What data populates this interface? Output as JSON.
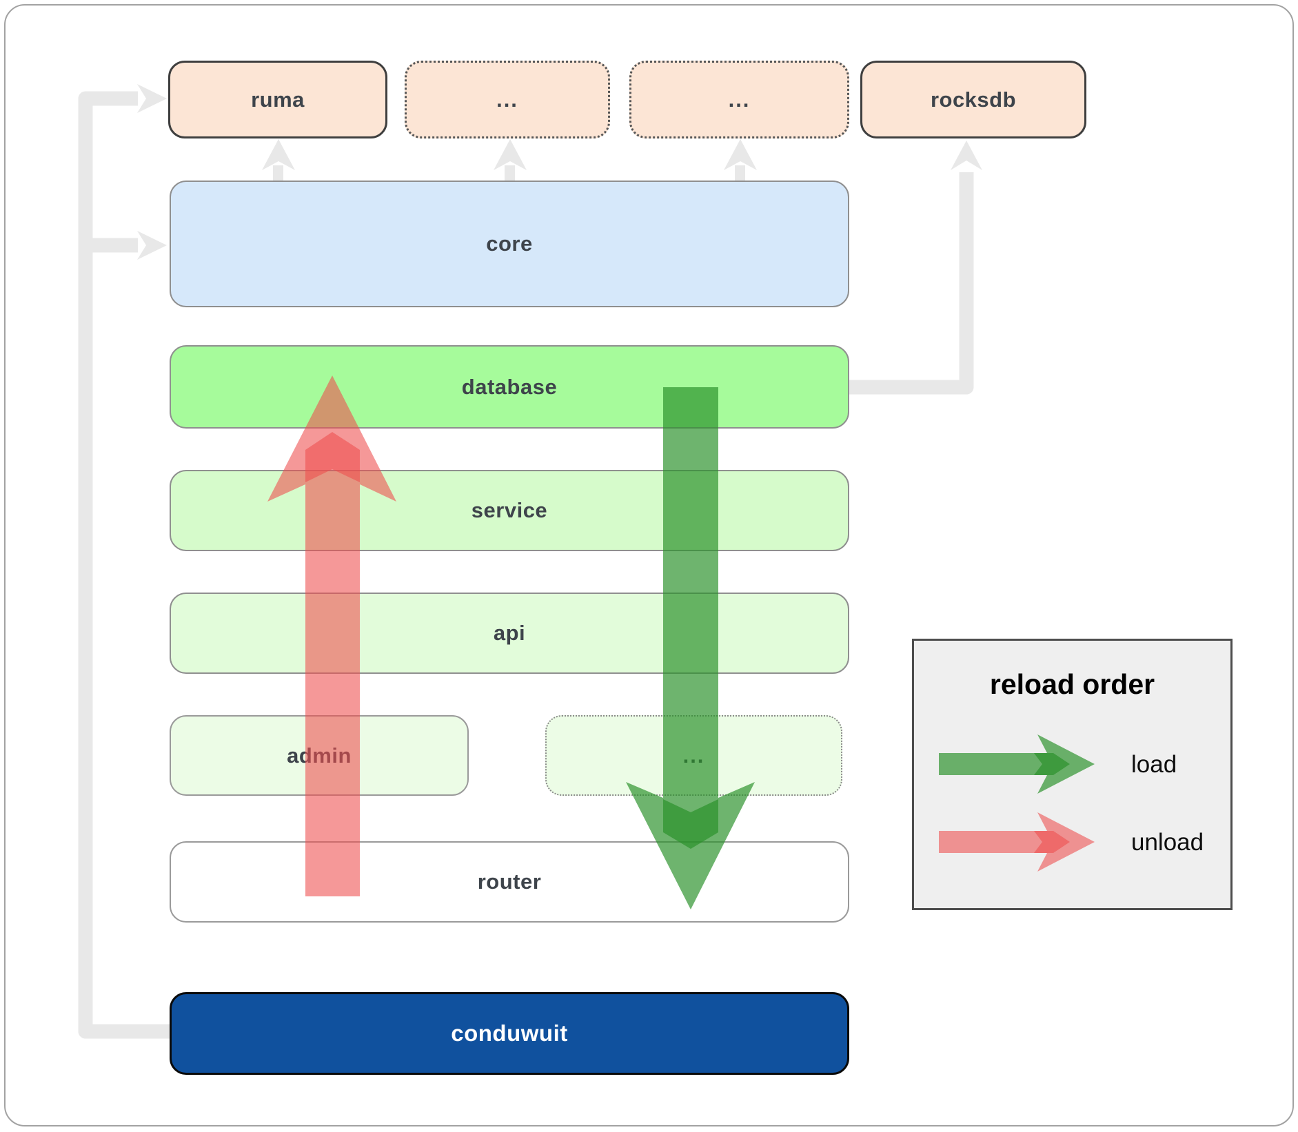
{
  "diagram": {
    "top_row": {
      "ruma": "ruma",
      "ellipsis_left": "...",
      "ellipsis_right": "...",
      "rocksdb": "rocksdb"
    },
    "layers": {
      "core": "core",
      "database": "database",
      "service": "service",
      "api": "api",
      "admin": "admin",
      "ellipsis_bottom": "...",
      "router": "router",
      "conduwuit": "conduwuit"
    },
    "legend": {
      "title": "reload order",
      "load_label": "load",
      "unload_label": "unload"
    },
    "colors": {
      "peach_box": "#fce5d5",
      "core_blue": "#d6e8fa",
      "database_green": "#a6fb9b",
      "service_green": "#d6fbcb",
      "api_green": "#e2fcda",
      "admin_green": "#ecfce6",
      "router_white": "#ffffff",
      "conduwuit_blue": "#10519e",
      "load_arrow_green": "#2a912a",
      "unload_arrow_red": "#ee4d4d",
      "connector_gray": "#e8e8e8",
      "legend_bg": "#efefef"
    }
  }
}
